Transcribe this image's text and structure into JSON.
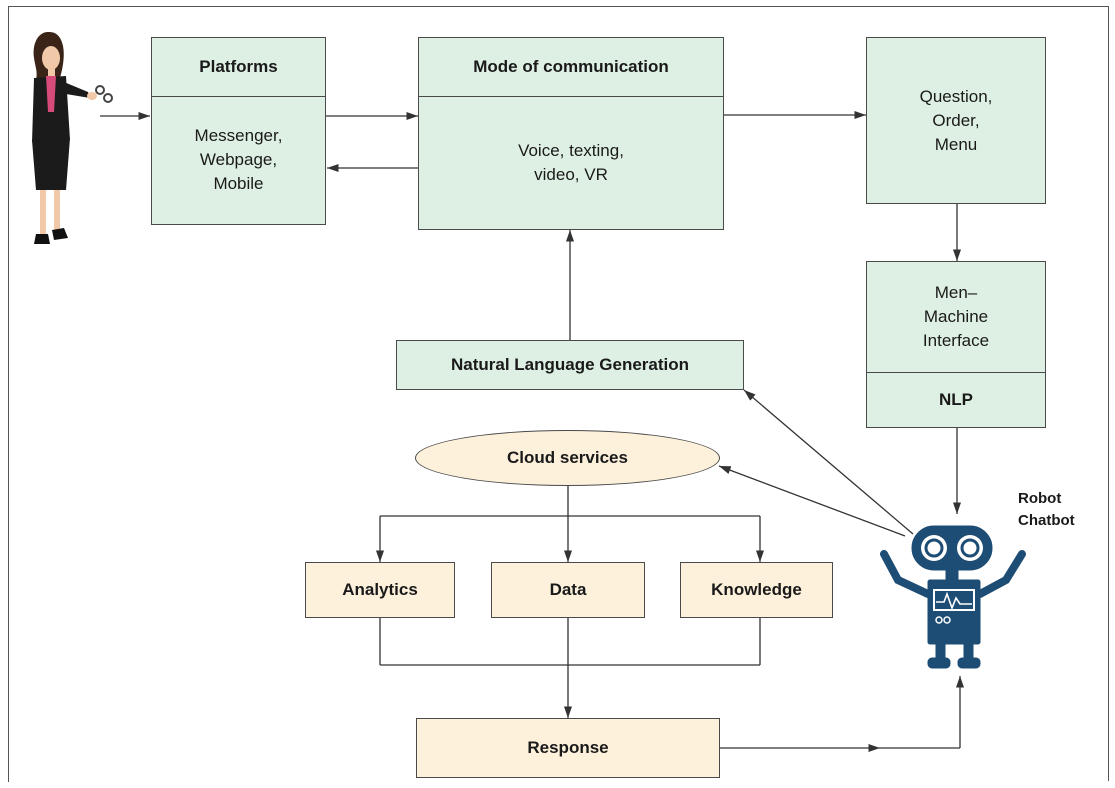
{
  "platforms": {
    "title": "Platforms",
    "body": "Messenger,\nWebpage,\nMobile"
  },
  "mode": {
    "title": "Mode of communication",
    "body": "Voice, texting,\nvideo, VR"
  },
  "question": {
    "body": "Question,\nOrder,\nMenu"
  },
  "mmi": {
    "body": "Men–\nMachine\nInterface",
    "nlp": "NLP"
  },
  "nlg": {
    "label": "Natural Language Generation"
  },
  "cloud": {
    "label": "Cloud services"
  },
  "analytics": {
    "label": "Analytics"
  },
  "data_box": {
    "label": "Data"
  },
  "knowledge": {
    "label": "Knowledge"
  },
  "response": {
    "label": "Response"
  },
  "robot": {
    "label": "Robot\nChatbot"
  },
  "colors": {
    "process_fill": "#def0e3",
    "service_fill": "#fdf1dc",
    "robot_fill": "#1d4c74",
    "line": "#333333"
  },
  "icons": [
    "woman-with-phone-icon",
    "robot-chatbot-icon"
  ]
}
